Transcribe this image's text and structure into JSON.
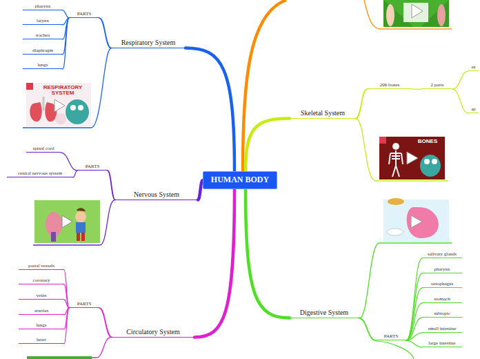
{
  "diagram": {
    "nodes": [
      {
        "text": [
          "HUMAN BODY"
        ]
      },
      {
        "text": [
          "Respiratory System"
        ]
      },
      {
        "text": [
          "PARTS"
        ]
      },
      {
        "text": [
          "pharynx"
        ]
      },
      {
        "text": [
          "larynx"
        ]
      },
      {
        "text": [
          "trachea"
        ]
      },
      {
        "text": [
          "diaphragm"
        ]
      },
      {
        "text": [
          "lungs"
        ]
      },
      {
        "text": [
          "Nervous System"
        ]
      },
      {
        "text": [
          "PARTS"
        ]
      },
      {
        "text": [
          "spinal cord"
        ]
      },
      {
        "text": [
          "central nervous system"
        ]
      },
      {
        "text": [
          "Circulatory System"
        ]
      },
      {
        "text": [
          "PARTS"
        ]
      },
      {
        "text": [
          "portal vessels"
        ]
      },
      {
        "text": [
          "coronary"
        ]
      },
      {
        "text": [
          "veins"
        ]
      },
      {
        "text": [
          "arteries"
        ]
      },
      {
        "text": [
          "lungs"
        ]
      },
      {
        "text": [
          "heart"
        ]
      },
      {
        "text": [
          "Skeletal System"
        ]
      },
      {
        "text": [
          "206 bones"
        ]
      },
      {
        "text": [
          "2 parts"
        ]
      },
      {
        "text": [
          "ax"
        ]
      },
      {
        "text": [
          "ap"
        ]
      },
      {
        "text": [
          "Digestive System"
        ]
      },
      {
        "text": [
          "PARTS"
        ]
      },
      {
        "text": [
          "salivary glands"
        ]
      },
      {
        "text": [
          "pharynx"
        ]
      },
      {
        "text": [
          "oesophagus"
        ]
      },
      {
        "text": [
          "stomach"
        ]
      },
      {
        "text": [
          "subtopic"
        ]
      },
      {
        "text": [
          "small intestine"
        ]
      },
      {
        "text": [
          "large intestine"
        ]
      }
    ],
    "edges": [
      {
        "from": 0,
        "to": 1,
        "arrow": "none"
      },
      {
        "from": 1,
        "to": 2,
        "arrow": "none"
      },
      {
        "from": 2,
        "to": 3,
        "arrow": "none"
      },
      {
        "from": 2,
        "to": 4,
        "arrow": "none"
      },
      {
        "from": 2,
        "to": 5,
        "arrow": "none"
      },
      {
        "from": 2,
        "to": 6,
        "arrow": "none"
      },
      {
        "from": 2,
        "to": 7,
        "arrow": "none"
      },
      {
        "from": 0,
        "to": 8,
        "arrow": "none"
      },
      {
        "from": 8,
        "to": 9,
        "arrow": "none"
      },
      {
        "from": 9,
        "to": 10,
        "arrow": "none"
      },
      {
        "from": 9,
        "to": 11,
        "arrow": "none"
      },
      {
        "from": 0,
        "to": 12,
        "arrow": "none"
      },
      {
        "from": 12,
        "to": 13,
        "arrow": "none"
      },
      {
        "from": 13,
        "to": 14,
        "arrow": "none"
      },
      {
        "from": 13,
        "to": 15,
        "arrow": "none"
      },
      {
        "from": 13,
        "to": 16,
        "arrow": "none"
      },
      {
        "from": 13,
        "to": 17,
        "arrow": "none"
      },
      {
        "from": 13,
        "to": 18,
        "arrow": "none"
      },
      {
        "from": 13,
        "to": 19,
        "arrow": "none"
      },
      {
        "from": 0,
        "to": 20,
        "arrow": "none"
      },
      {
        "from": 20,
        "to": 21,
        "arrow": "none"
      },
      {
        "from": 21,
        "to": 22,
        "arrow": "none"
      },
      {
        "from": 22,
        "to": 23,
        "arrow": "none"
      },
      {
        "from": 22,
        "to": 24,
        "arrow": "none"
      },
      {
        "from": 0,
        "to": 25,
        "arrow": "none"
      },
      {
        "from": 25,
        "to": 26,
        "arrow": "none"
      },
      {
        "from": 26,
        "to": 27,
        "arrow": "none"
      },
      {
        "from": 26,
        "to": 28,
        "arrow": "none"
      },
      {
        "from": 26,
        "to": 29,
        "arrow": "none"
      },
      {
        "from": 26,
        "to": 30,
        "arrow": "none"
      },
      {
        "from": 26,
        "to": 31,
        "arrow": "none"
      },
      {
        "from": 26,
        "to": 32,
        "arrow": "none"
      },
      {
        "from": 26,
        "to": 33,
        "arrow": "none"
      }
    ],
    "labels": [
      "RESPIRATORY SYSTEM",
      "BONES"
    ]
  }
}
